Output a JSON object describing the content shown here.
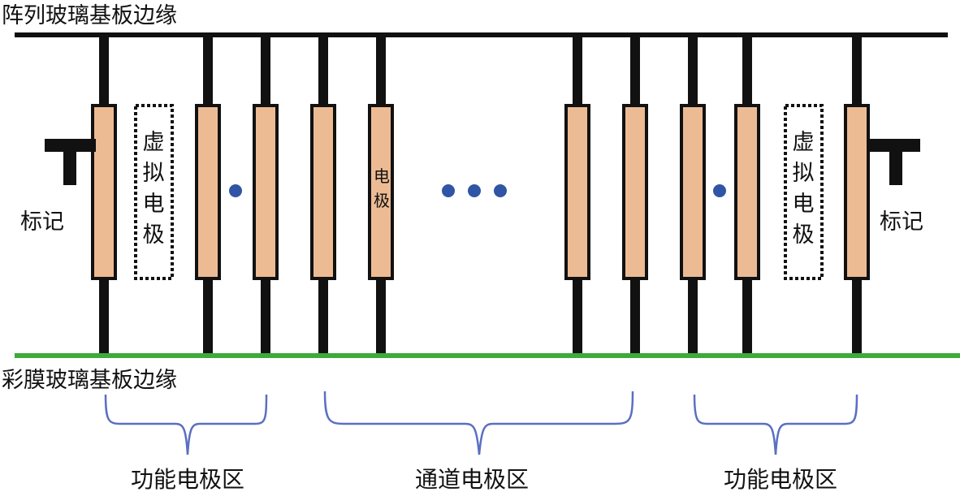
{
  "edges": {
    "array_glass": "阵列玻璃基板边缘",
    "color_film_glass": "彩膜玻璃基板边缘"
  },
  "marks": {
    "left": "标记",
    "right": "标记"
  },
  "electrodes": {
    "dummy_left": [
      "虚",
      "拟",
      "电",
      "极"
    ],
    "dummy_right": [
      "虚",
      "拟",
      "电",
      "极"
    ],
    "electrode_label": [
      "电",
      "极"
    ]
  },
  "regions": {
    "left": "功能电极区",
    "middle": "通道电极区",
    "right": "功能电极区"
  },
  "colors": {
    "electrode_fill": "#EDBB93",
    "array_edge": "#111111",
    "film_edge": "#3DAA3A",
    "brace": "#5B6FC2",
    "dot": "#2F55A4"
  }
}
